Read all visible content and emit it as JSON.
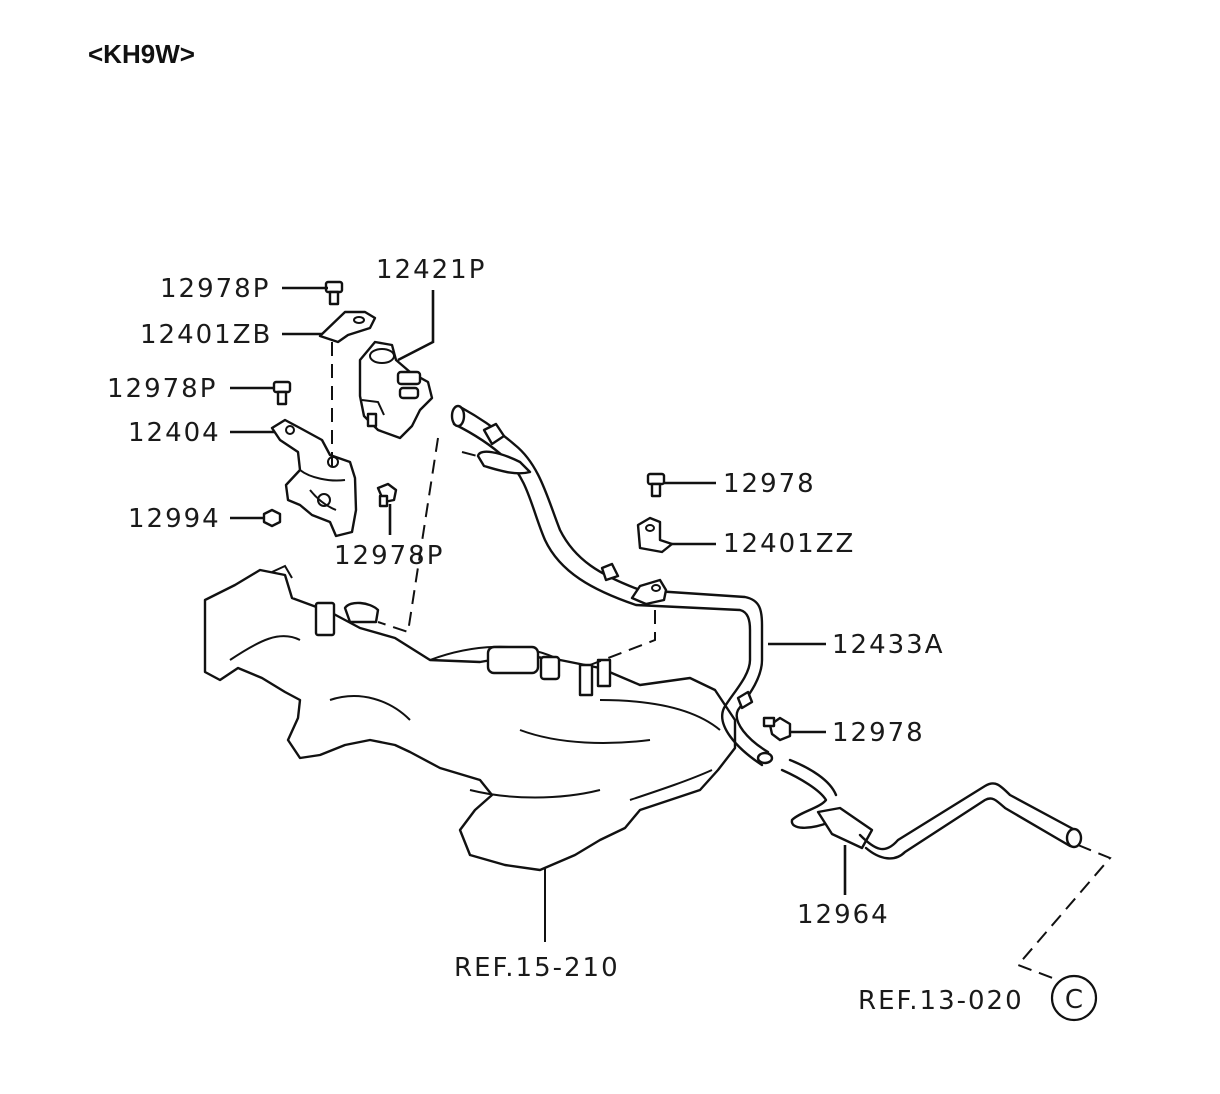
{
  "title": "<KH9W>",
  "labels": {
    "p12978P_a": "12978P",
    "p12401ZB": "12401ZB",
    "p12421P": "12421P",
    "p12978P_b": "12978P",
    "p12404": "12404",
    "p12994": "12994",
    "p12978P_c": "12978P",
    "p12978_a": "12978",
    "p12401ZZ": "12401ZZ",
    "p12433A": "12433A",
    "p12978_b": "12978",
    "p12964": "12964",
    "ref_15_210": "REF.15-210",
    "ref_13_020": "REF.13-020",
    "circle_c": "C"
  }
}
